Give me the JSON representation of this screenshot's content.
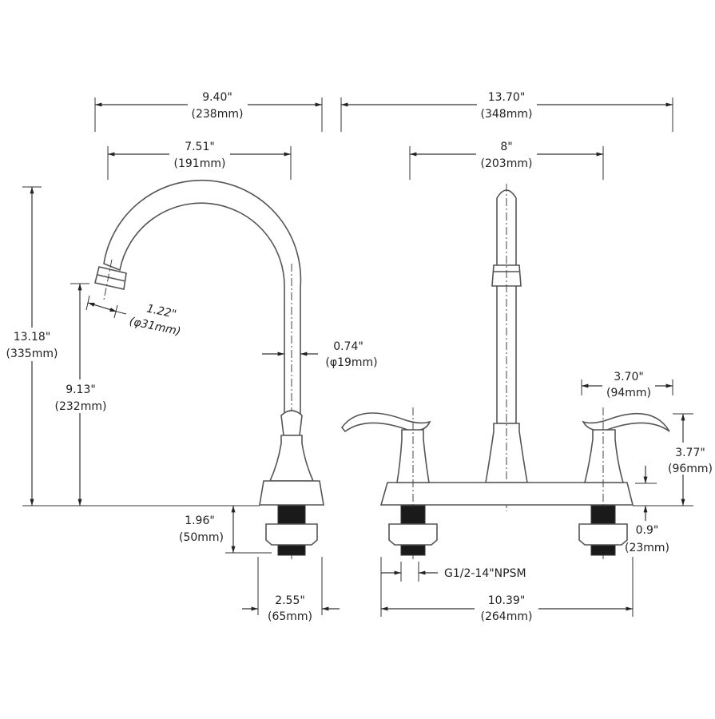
{
  "diagram": {
    "title": "Kitchen faucet dimension drawing",
    "dimensions": {
      "spout_reach_total": {
        "inch": "9.40\"",
        "mm": "(238mm)"
      },
      "overall_width": {
        "inch": "13.70\"",
        "mm": "(348mm)"
      },
      "spout_reach": {
        "inch": "7.51\"",
        "mm": "(191mm)"
      },
      "center_spread": {
        "inch": "8\"",
        "mm": "(203mm)"
      },
      "overall_height": {
        "inch": "13.18\"",
        "mm": "(335mm)"
      },
      "spout_height": {
        "inch": "9.13\"",
        "mm": "(232mm)"
      },
      "aerator_diameter": {
        "inch": "1.22\"",
        "mm": "(φ31mm)"
      },
      "spout_diameter": {
        "inch": "0.74\"",
        "mm": "(φ19mm)"
      },
      "handle_length": {
        "inch": "3.70\"",
        "mm": "(94mm)"
      },
      "handle_height": {
        "inch": "3.77\"",
        "mm": "(96mm)"
      },
      "deck_thickness": {
        "inch": "0.9\"",
        "mm": "(23mm)"
      },
      "shank_length": {
        "inch": "1.96\"",
        "mm": "(50mm)"
      },
      "base_depth": {
        "inch": "2.55\"",
        "mm": "(65mm)"
      },
      "thread_spec": "G1/2-14\"NPSM",
      "deck_length": {
        "inch": "10.39\"",
        "mm": "(264mm)"
      }
    }
  }
}
